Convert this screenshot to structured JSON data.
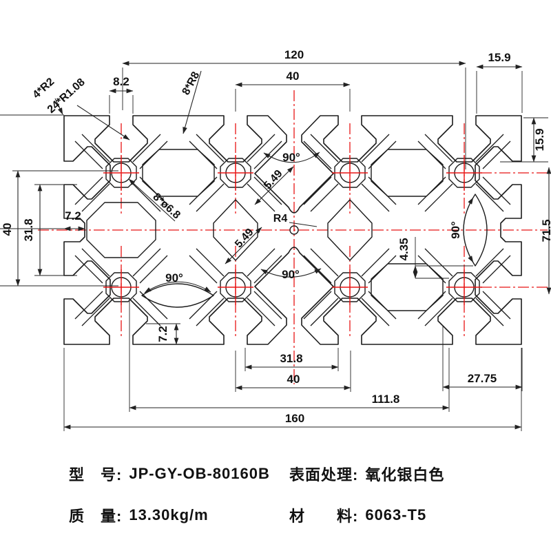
{
  "drawing": {
    "dims": {
      "w_overall": "160",
      "w_inner": "111.8",
      "w_slots": "120",
      "w_top": "40",
      "w_bottom": "40",
      "w_cavity_bottom": "31.8",
      "w_right_bottom": "27.75",
      "w_top_right": "15.9",
      "h_right": "15.9",
      "h_right_inner": "71.5",
      "slot_opening": "8.2",
      "h_left": "40",
      "h_cavity_left": "31.8",
      "wall_left": "7.2",
      "wall_bottom": "7.2",
      "wall_upper": "5.49",
      "wall_lower": "5.49",
      "offset_right": "4.35",
      "waist_radius": "R4",
      "fillets_r2": "4*R2",
      "fillets_r108": "24*R1.08",
      "fillets_r8": "8*R8",
      "holes": "8*ø6.8",
      "angle_upper": "90°",
      "angle_lower": "90°",
      "angle_bottom_left": "90°",
      "angle_right": "90°"
    },
    "colors": {
      "line": "#1b1b1b",
      "centerline": "#e81313",
      "text": "#111111"
    }
  },
  "specs": [
    {
      "label": "型　号:",
      "value": "JP-GY-OB-80160B"
    },
    {
      "label": "质　量:",
      "value": "13.30kg/m"
    },
    {
      "label": "表面处理:",
      "value": "氧化银白色"
    },
    {
      "label": "材　　料:",
      "value": "6063-T5"
    }
  ]
}
